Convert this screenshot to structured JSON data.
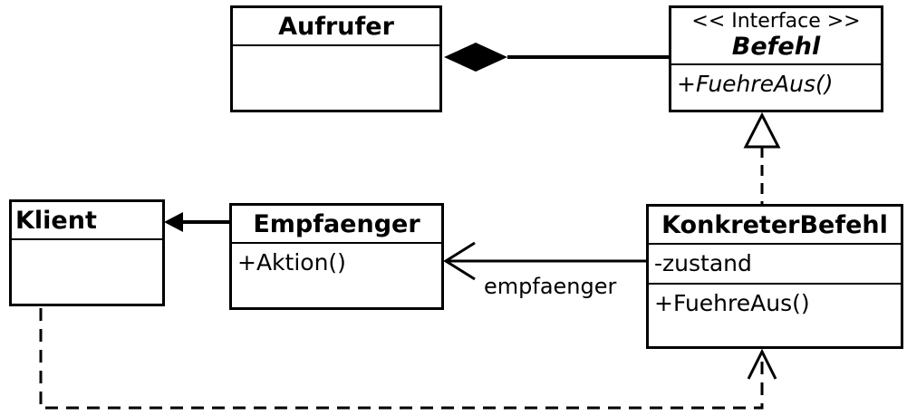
{
  "classes": {
    "aufrufer": {
      "name": "Aufrufer"
    },
    "befehl": {
      "stereotype": "<< Interface >>",
      "name": "Befehl",
      "operation": "+FuehreAus()"
    },
    "klient": {
      "name": "Klient"
    },
    "empfaenger": {
      "name": "Empfaenger",
      "operation": "+Aktion()"
    },
    "konkreter_befehl": {
      "name": "KonkreterBefehl",
      "attribute": "-zustand",
      "operation": "+FuehreAus()"
    }
  },
  "edges": {
    "empfaenger_label": "empfaenger"
  }
}
